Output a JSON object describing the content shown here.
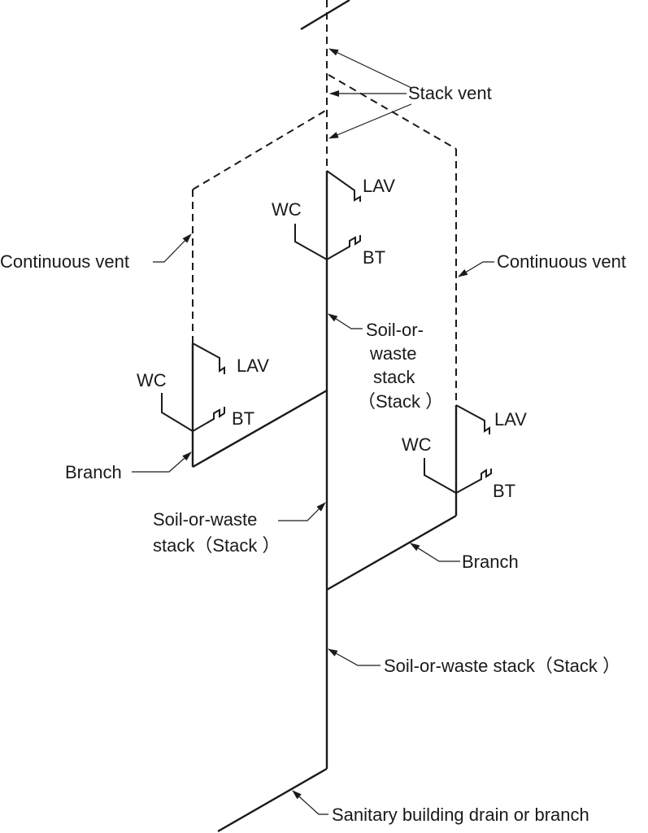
{
  "colors": {
    "line": "#1a1a1a",
    "background": "#ffffff"
  },
  "labels": {
    "stack_vent": "Stack vent",
    "continuous_vent_left": "Continuous vent",
    "continuous_vent_right": "Continuous vent",
    "stack_upper_line1": "Soil-or-",
    "stack_upper_line2": "waste",
    "stack_upper_line3": "stack",
    "stack_upper_line4": "（Stack ）",
    "stack_middle_line1": "Soil-or-waste",
    "stack_middle_line2": "stack（Stack ）",
    "stack_lower": "Soil-or-waste stack（Stack ）",
    "branch_left": "Branch",
    "branch_right": "Branch",
    "building_drain": "Sanitary building drain or branch"
  },
  "fixtures": {
    "top": {
      "wc": "WC",
      "lav": "LAV",
      "bt": "BT"
    },
    "left": {
      "wc": "WC",
      "lav": "LAV",
      "bt": "BT"
    },
    "right": {
      "wc": "WC",
      "lav": "LAV",
      "bt": "BT"
    }
  }
}
